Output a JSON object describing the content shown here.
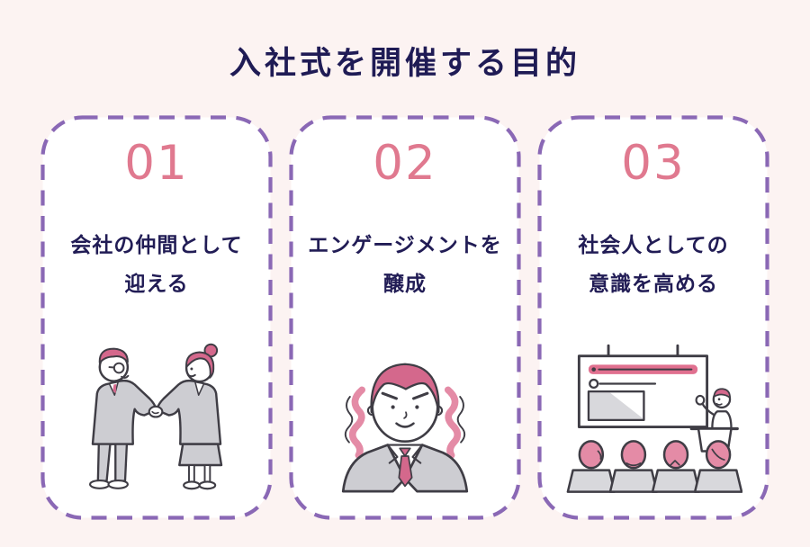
{
  "page": {
    "title": "入社式を開催する目的",
    "background_color": "#fcf3f2"
  },
  "colors": {
    "card_background": "#ffffff",
    "dashed_border_purple": "#8a68b5",
    "number_pink": "#e0798f",
    "heading_navy": "#211c55",
    "title_navy": "#1f1b55",
    "illustration_pink": "#d4688c",
    "illustration_gray": "#cdcdd2",
    "illustration_line": "#3f3d45"
  },
  "cards": [
    {
      "number": "01",
      "title_line1": "会社の仲間として",
      "title_line2": "迎える",
      "illustration": "handshake-illustration"
    },
    {
      "number": "02",
      "title_line1": "エンゲージメントを",
      "title_line2": "醸成",
      "illustration": "motivated-person-illustration"
    },
    {
      "number": "03",
      "title_line1": "社会人としての",
      "title_line2": "意識を高める",
      "illustration": "seminar-illustration"
    }
  ]
}
